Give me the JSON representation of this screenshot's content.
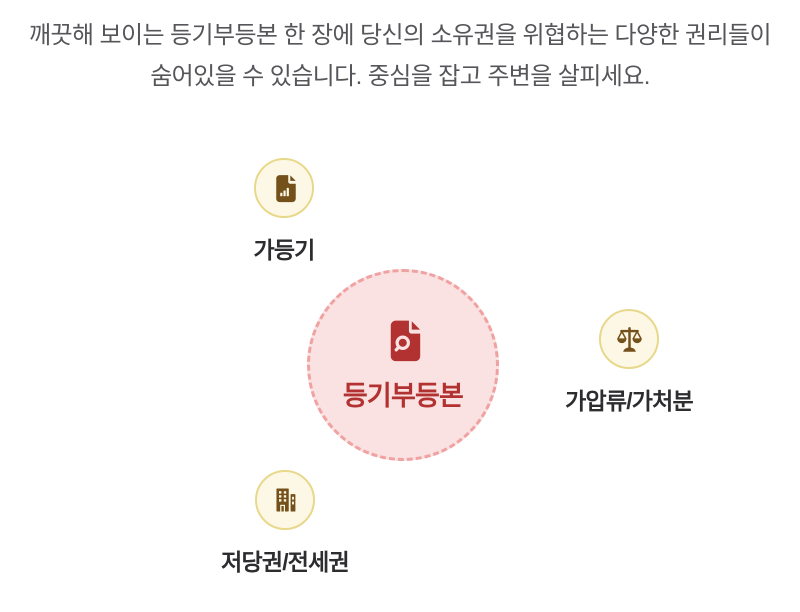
{
  "header": {
    "line1": "깨끗해 보이는 등기부등본 한 장에 당신의 소유권을 위협하는 다양한 권리들이",
    "line2": "숨어있을 수 있습니다. 중심을 잡고 주변을 살피세요.",
    "text_color": "#56565a"
  },
  "diagram": {
    "center": {
      "label": "등기부등본",
      "icon": "document-search-icon",
      "circle_fill": "#fbe2e2",
      "circle_border_color": "#f0a2a2",
      "circle_border_style": "dashed",
      "accent_color": "#b23131"
    },
    "satellites": [
      {
        "id": "provisional-registration",
        "label": "가등기",
        "icon": "document-chart-icon",
        "position": "top-left"
      },
      {
        "id": "seizure-injunction",
        "label": "가압류/가처분",
        "icon": "scales-icon",
        "position": "right"
      },
      {
        "id": "mortgage-jeonse",
        "label": "저당권/전세권",
        "icon": "building-icon",
        "position": "bottom-left"
      }
    ],
    "satellite_style": {
      "circle_fill": "#fdf8e6",
      "circle_border_color": "#e8d88b",
      "icon_color": "#74511a",
      "label_color": "#2d2d30"
    }
  }
}
